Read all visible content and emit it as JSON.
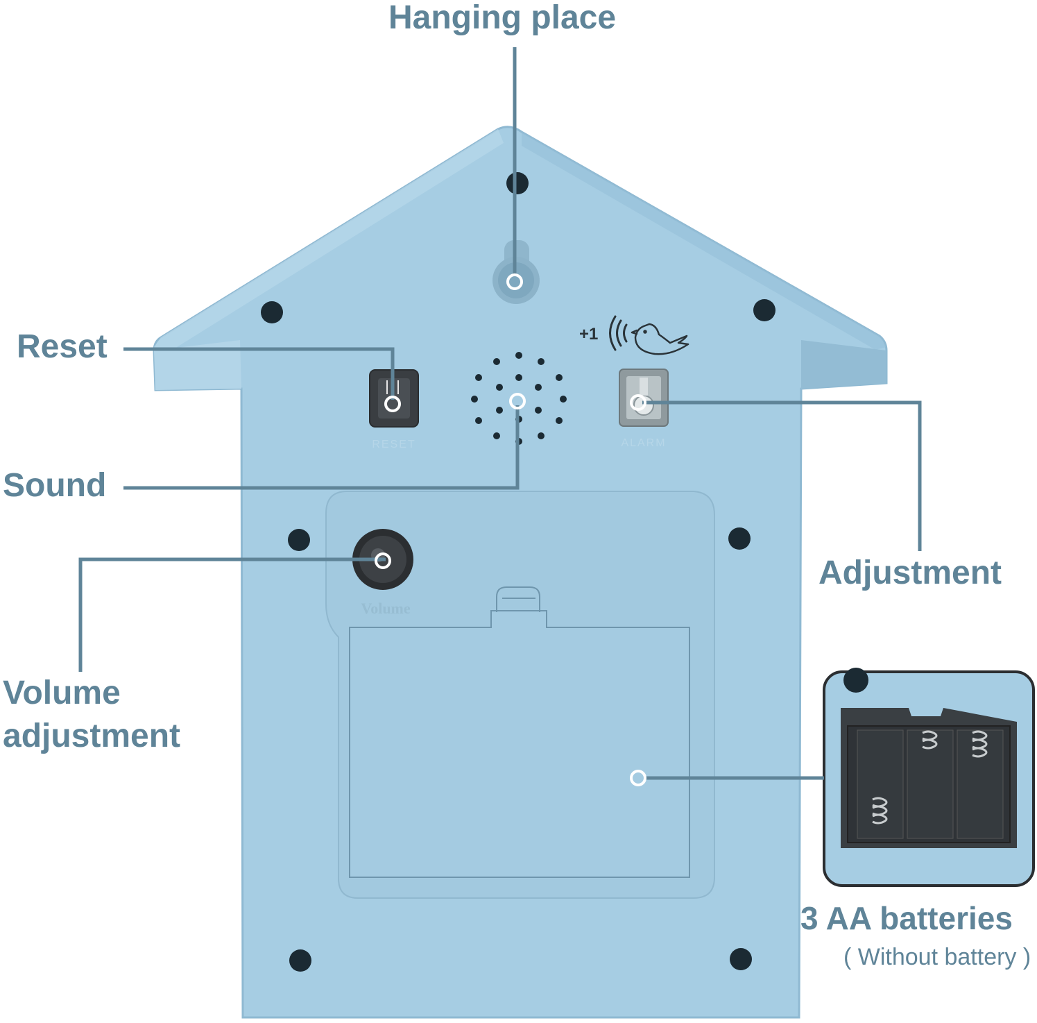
{
  "labels": {
    "hanging": "Hanging place",
    "reset": "Reset",
    "sound": "Sound",
    "adjustment": "Adjustment",
    "volume_line1": "Volume",
    "volume_line2": "adjustment",
    "batteries": "3 AA batteries",
    "batteries_note": "( Without battery )"
  },
  "device_marks": {
    "plus_one": "+1",
    "reset_engraving": "RESET",
    "alarm_engraving": "ALARM",
    "volume_engraving": "Volume"
  },
  "icons": [
    "sound-wave-icon",
    "bird-icon"
  ],
  "colors": {
    "callout": "#5f8498",
    "body": "#a6cde3",
    "body_edge": "#8fb9d2",
    "hole": "#1b2a33"
  }
}
